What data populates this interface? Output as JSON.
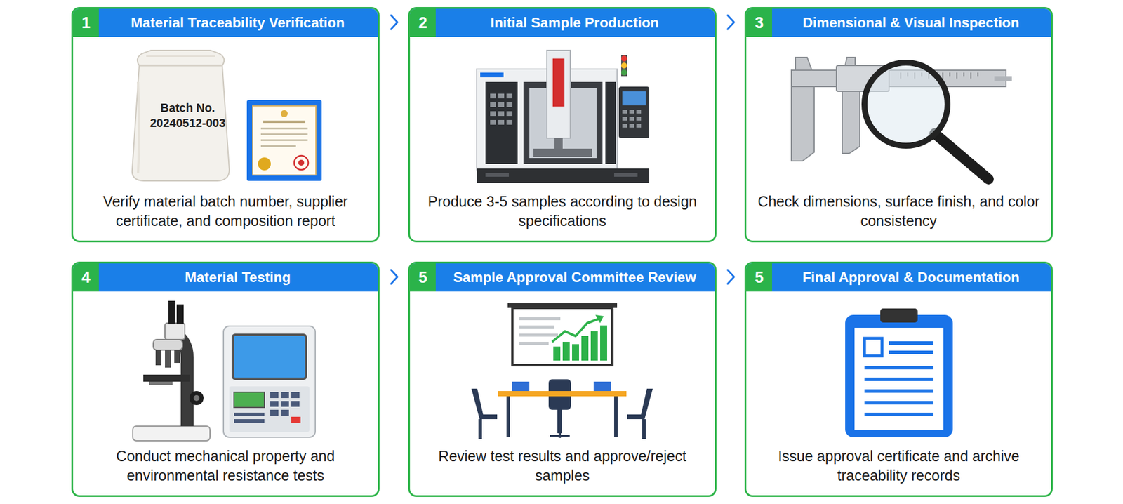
{
  "diagram": {
    "nodes": [
      {
        "text": [
          "1",
          "Material Traceability Verification",
          "Verify material batch number, supplier certificate, and composition report"
        ]
      },
      {
        "text": [
          "2",
          "Initial Sample Production",
          "Produce 3-5 samples according to design specifications"
        ]
      },
      {
        "text": [
          "3",
          "Dimensional & Visual Inspection",
          "Check dimensions, surface finish, and color consistency"
        ]
      },
      {
        "text": [
          "4",
          "Material Testing",
          "Conduct mechanical property and environmental resistance tests"
        ]
      },
      {
        "text": [
          "5",
          "Sample Approval Committee Review",
          "Review test results and approve/reject samples"
        ]
      },
      {
        "text": [
          "5",
          "Final Approval & Documentation",
          "Issue approval certificate and archive traceability records"
        ]
      }
    ],
    "edges": [
      {
        "from": 0,
        "to": 1,
        "arrow": "to"
      },
      {
        "from": 1,
        "to": 2,
        "arrow": "to"
      },
      {
        "from": 3,
        "to": 4,
        "arrow": "to"
      },
      {
        "from": 4,
        "to": 5,
        "arrow": "to"
      }
    ],
    "labels": [
      "Batch No.",
      "20240512-003"
    ]
  }
}
